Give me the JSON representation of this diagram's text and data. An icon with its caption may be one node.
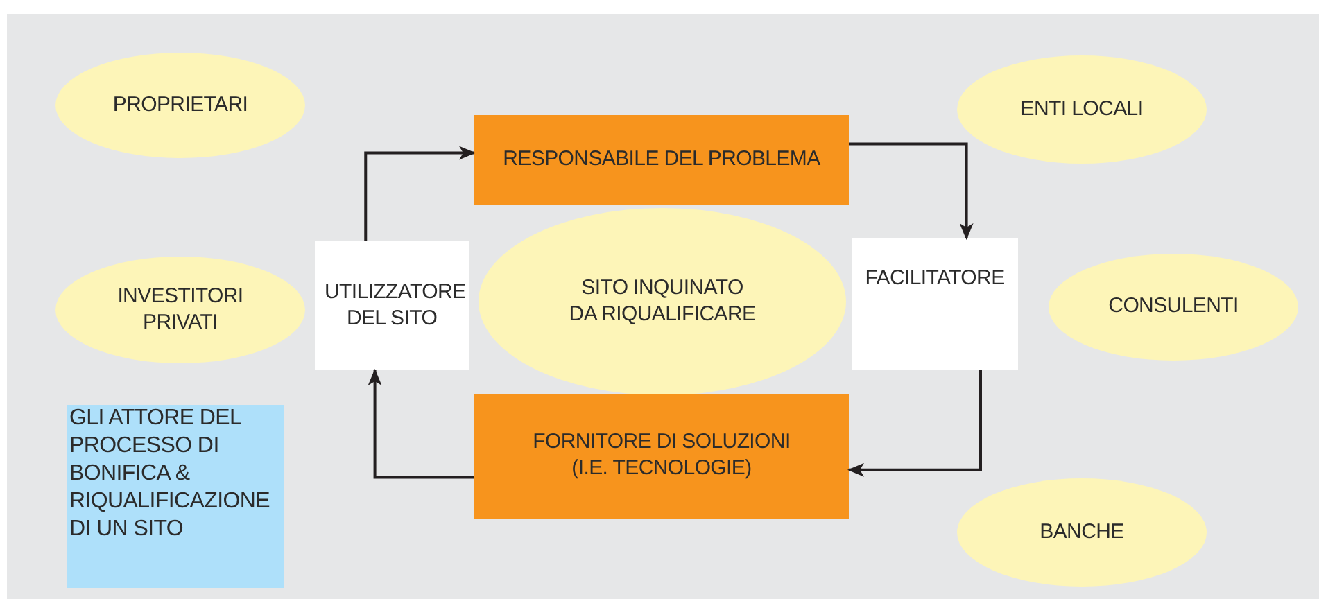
{
  "diagram": {
    "nodes": [
      {
        "text": [
          "PROPRIETARI"
        ]
      },
      {
        "text": [
          "ENTI LOCALI"
        ]
      },
      {
        "text": [
          "RESPONSABILE DEL PROBLEMA"
        ]
      },
      {
        "text": [
          "INVESTITORI PRIVATI"
        ]
      },
      {
        "text": [
          "UTILIZZATORE DEL SITO"
        ]
      },
      {
        "text": [
          "SITO INQUINATO DA RIQUALIFICARE"
        ]
      },
      {
        "text": [
          "FACILITATORE"
        ]
      },
      {
        "text": [
          "CONSULENTI"
        ]
      },
      {
        "text": [
          "GLI ATTORE DEL PROCESSO DI BONIFICA & RIQUALIFICAZIONE DI UN SITO"
        ]
      },
      {
        "text": [
          "FORNITORE DI SOLUZIONI (I.E. TECNOLOGIE)"
        ]
      },
      {
        "text": [
          "BANCHE"
        ]
      }
    ],
    "edges": [
      {
        "from": 4,
        "to": 2,
        "arrow": "to"
      },
      {
        "from": 2,
        "to": 6,
        "arrow": "to"
      },
      {
        "from": 6,
        "to": 9,
        "arrow": "to"
      },
      {
        "from": 9,
        "to": 4,
        "arrow": "to"
      }
    ]
  }
}
